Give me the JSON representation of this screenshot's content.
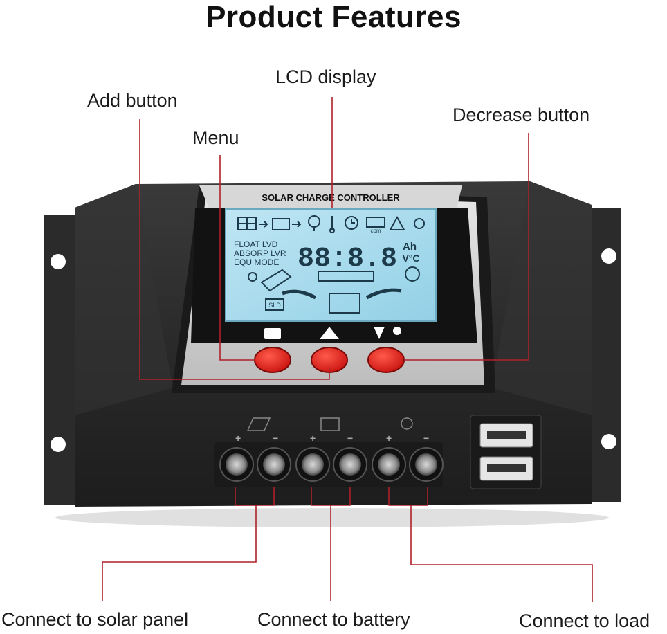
{
  "title": "Product Features",
  "callouts": {
    "add_button": "Add button",
    "lcd_display": "LCD display",
    "menu": "Menu",
    "decrease_button": "Decrease button",
    "solar_panel": "Connect to solar panel",
    "battery": "Connect to battery",
    "load": "Connect to load"
  },
  "device": {
    "brand_label": "SOLAR CHARGE CONTROLLER",
    "lcd": {
      "digits": "88:8.8",
      "mode_lines": [
        "FLOAT LVD",
        "ABSORP LVR",
        "EQU  MODE"
      ],
      "unit_ah": "Ah",
      "unit_vc": "V°C",
      "sld": "SLD",
      "com": "com"
    },
    "terminals": {
      "plus": "+",
      "minus": "−"
    }
  },
  "colors": {
    "leader_line": "#b0202a",
    "button_red": "#e3201f",
    "lcd_bg": "#a9dcee",
    "case": "#2a2a2a"
  }
}
